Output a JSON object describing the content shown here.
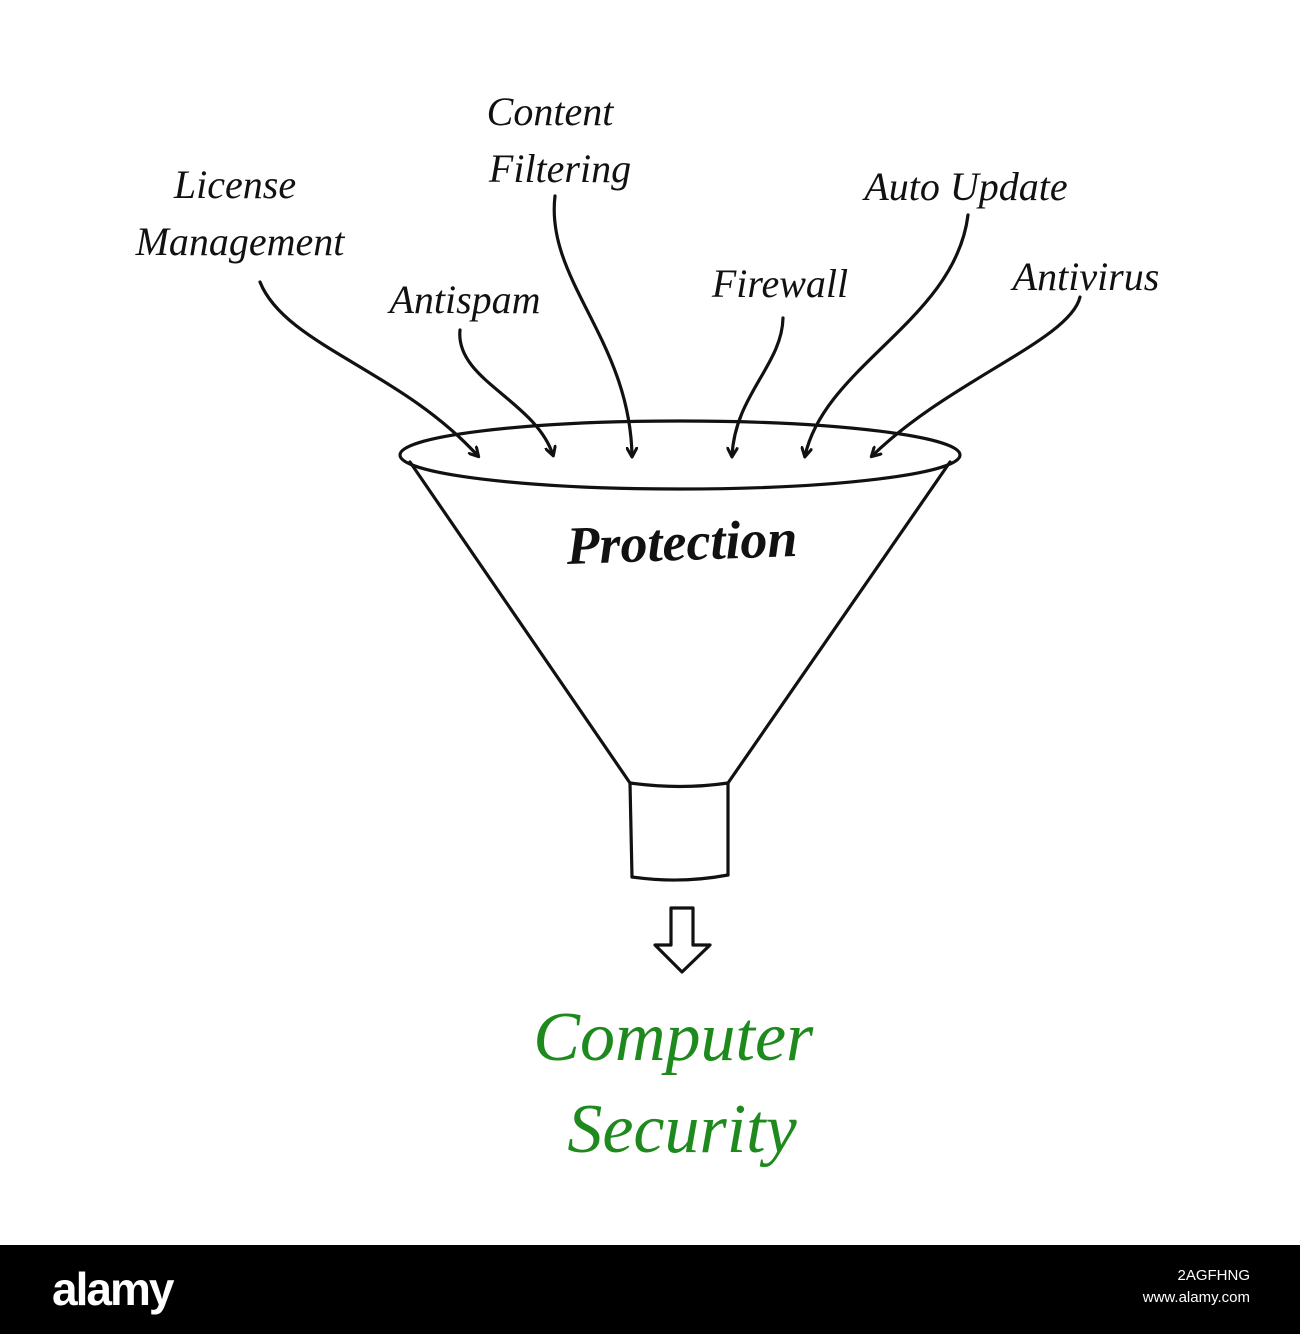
{
  "diagram": {
    "inputs": [
      {
        "lines": [
          "License",
          "Management"
        ]
      },
      {
        "lines": [
          "Antispam"
        ]
      },
      {
        "lines": [
          "Content",
          "Filtering"
        ]
      },
      {
        "lines": [
          "Firewall"
        ]
      },
      {
        "lines": [
          "Auto Update"
        ]
      },
      {
        "lines": [
          "Antivirus"
        ]
      }
    ],
    "center_label": "Protection",
    "result_lines": [
      "Computer",
      "Security"
    ],
    "colors": {
      "ink": "#111111",
      "result": "#1e8a1e",
      "footer_bg": "#000000"
    }
  },
  "footer": {
    "logo": "alamy",
    "image_id": "2AGFHNG",
    "url": "www.alamy.com"
  }
}
